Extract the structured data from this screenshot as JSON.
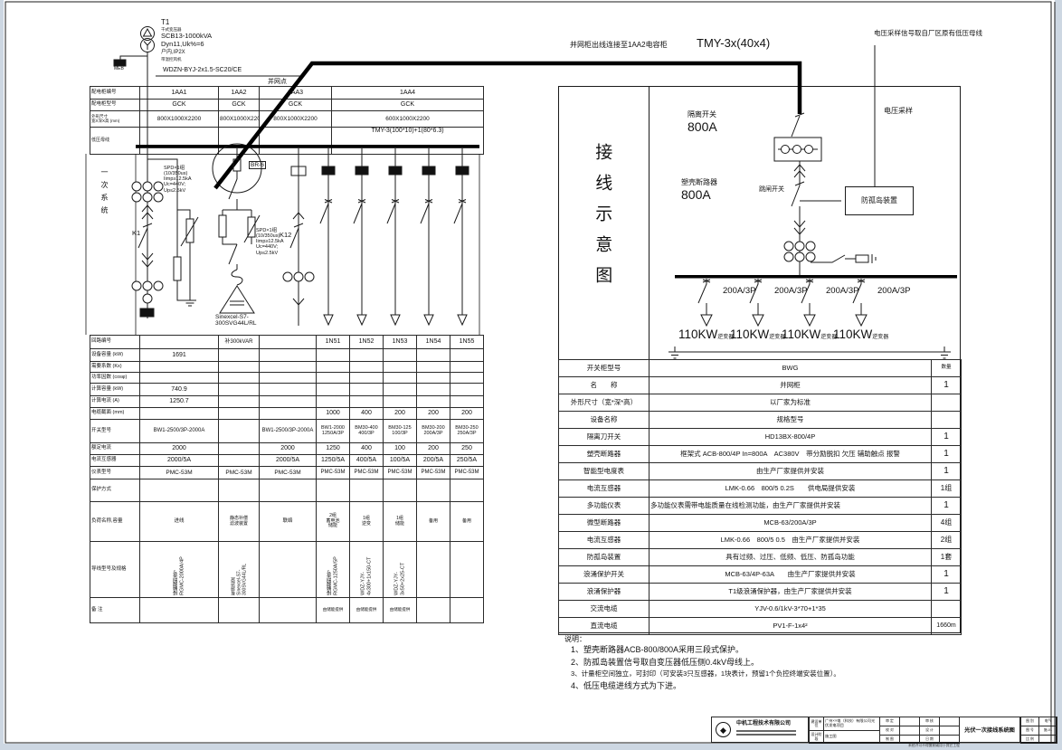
{
  "left": {
    "transformer": {
      "tag": "T1",
      "kind": "干式变压器",
      "model": "SCB13-1000kVA",
      "vector": "Dyn11,Uk%=6",
      "protection": "户内,IP2X",
      "fan": "带温控风机",
      "meb": "MEB"
    },
    "cable": "WDZN-BYJ-2x1.5-SC20/CE",
    "grid_point": "并网点",
    "vertical_label": "一次系统",
    "schematic": {
      "k1": "K1",
      "k12": "K12",
      "br": "BR-6",
      "spd": "SPD×1组\n(10/350us)\nIimp≥12.5kA\nUc=440V;\nUp≤2.5kV",
      "svg_device": "Sinexcel-S7-\n300SVG44L/RL"
    },
    "top_table": {
      "rows": [
        {
          "h": 14,
          "c": [
            {
              "t": "配电柜编号",
              "fs": 5.5,
              "al": "left"
            },
            "1AA1",
            "1AA2",
            "1AA3",
            "1AA4"
          ]
        },
        {
          "h": 13,
          "c": [
            {
              "t": "配电柜型号",
              "fs": 5.5,
              "al": "left"
            },
            "GCK",
            "GCK",
            "GCK",
            "GCK"
          ]
        },
        {
          "h": 18,
          "c": [
            {
              "t": "外形尺寸\n宽X深X高 (mm)",
              "fs": 4.5,
              "al": "left"
            },
            {
              "t": "800X1000X2200",
              "fs": 6.5
            },
            {
              "t": "800X1000X2200",
              "fs": 6.5
            },
            {
              "t": "800X1000X2200",
              "fs": 6.5
            },
            {
              "t": "600X1000X2200",
              "fs": 6.5
            }
          ]
        },
        {
          "h": 30,
          "c": [
            {
              "t": "低压母线",
              "fs": 5,
              "al": "left"
            },
            "",
            "",
            "",
            {
              "t": "TMY-3(100*10)+1(80*6.3)",
              "fs": 7,
              "va": "top"
            }
          ]
        }
      ]
    },
    "param_table": {
      "rows": [
        {
          "h": 15,
          "c": [
            {
              "t": "回路编号",
              "fs": 5.5,
              "al": "left"
            },
            "",
            {
              "t": "补300kVAR",
              "fs": 6
            },
            "",
            "1N51",
            "1N52",
            "1N53",
            "1N54",
            "1N55"
          ]
        },
        {
          "h": 14,
          "c": [
            {
              "t": "设备容量 (kW)",
              "fs": 5.5,
              "al": "left"
            },
            "1691",
            "",
            "",
            "",
            "",
            "",
            "",
            ""
          ]
        },
        {
          "h": 12,
          "c": [
            {
              "t": "需要系数 (Kx)",
              "fs": 5.5,
              "al": "left"
            },
            "",
            "",
            "",
            "",
            "",
            "",
            "",
            ""
          ]
        },
        {
          "h": 12,
          "c": [
            {
              "t": "功率因数 (cosφ)",
              "fs": 5.5,
              "al": "left"
            },
            "",
            "",
            "",
            "",
            "",
            "",
            "",
            ""
          ]
        },
        {
          "h": 14,
          "c": [
            {
              "t": "计算容量 (kW)",
              "fs": 5.5,
              "al": "left"
            },
            "740.9",
            "",
            "",
            "",
            "",
            "",
            "",
            ""
          ]
        },
        {
          "h": 13,
          "c": [
            {
              "t": "计算电流 (A)",
              "fs": 5.5,
              "al": "left"
            },
            "1250.7",
            "",
            "",
            "",
            "",
            "",
            "",
            ""
          ]
        },
        {
          "h": 13,
          "c": [
            {
              "t": "电缆截面 (mm)",
              "fs": 5.5,
              "al": "left"
            },
            "",
            "",
            "",
            "1000",
            "400",
            "200",
            "200",
            "200"
          ]
        },
        {
          "h": 26,
          "c": [
            {
              "t": "开关型号",
              "fs": 5.5,
              "al": "left"
            },
            {
              "t": "BW1-2500/3P-2000A",
              "fs": 6
            },
            "",
            {
              "t": "BW1-2500/3P-2000A",
              "fs": 6
            },
            {
              "t": "BW1-2000\n1250A/3P",
              "fs": 5.5
            },
            {
              "t": "BM30-400\n400/3P",
              "fs": 5.5
            },
            {
              "t": "BM30-125\n100/3P",
              "fs": 5.5
            },
            {
              "t": "BM30-200\n200A/3P",
              "fs": 5.5
            },
            {
              "t": "BM30-250\n250A/3P",
              "fs": 5.5
            }
          ]
        },
        {
          "h": 13,
          "c": [
            {
              "t": "额定电流",
              "fs": 5.5,
              "al": "left"
            },
            "2000",
            "",
            "2000",
            "1250",
            "400",
            "100",
            "200",
            "250"
          ]
        },
        {
          "h": 13,
          "c": [
            {
              "t": "电流互感器",
              "fs": 5.5,
              "al": "left"
            },
            "2000/5A",
            "",
            "2000/5A",
            "1250/5A",
            "400/5A",
            "100/5A",
            "200/5A",
            "250/5A"
          ]
        },
        {
          "h": 14,
          "c": [
            {
              "t": "仪表型号",
              "fs": 5.5,
              "al": "left"
            },
            {
              "t": "PMC-53M",
              "fs": 6.5
            },
            {
              "t": "PMC-53M",
              "fs": 6.5
            },
            {
              "t": "PMC-53M",
              "fs": 6.5
            },
            {
              "t": "PMC-53M",
              "fs": 6
            },
            {
              "t": "PMC-53M",
              "fs": 6
            },
            {
              "t": "PMC-53M",
              "fs": 6
            },
            {
              "t": "PMC-53M",
              "fs": 6
            },
            {
              "t": "PMC-53M",
              "fs": 6
            }
          ]
        },
        {
          "h": 25,
          "c": [
            {
              "t": "保护方式",
              "fs": 5.5,
              "al": "left"
            },
            "",
            "",
            "",
            "",
            "",
            "",
            "",
            ""
          ]
        },
        {
          "h": 44,
          "c": [
            {
              "t": "负荷名称,容量",
              "fs": 5.5,
              "al": "left"
            },
            {
              "t": "进线",
              "fs": 5.5
            },
            {
              "t": "静态补偿\n滤波装置",
              "fs": 5
            },
            {
              "t": "联络",
              "fs": 5.5
            },
            {
              "t": "2组\n蓄电池\n储能",
              "fs": 5
            },
            {
              "t": "1组\n逆变",
              "fs": 5
            },
            {
              "t": "1组\n储能",
              "fs": 5
            },
            {
              "t": "备用",
              "fs": 5
            },
            {
              "t": "备用",
              "fs": 5
            }
          ]
        },
        {
          "h": 62,
          "c": [
            {
              "t": "导线型号及规格",
              "fs": 5.5,
              "al": "left"
            },
            {
              "t": "接触器型号\nRGMC-2000A/4P",
              "fs": 5.5,
              "v": true
            },
            {
              "t": "有源滤波\nSinexcel-S7-\n300SVG44L/RL",
              "fs": 5,
              "v": true
            },
            "",
            {
              "t": "接触器型号\nRGMC-1250A/5P",
              "fs": 5.5,
              "v": true
            },
            {
              "t": "WDZ-YJY-\n4x300+1x150-CT",
              "fs": 5.5,
              "v": true
            },
            {
              "t": "WDZ-YJY-\n3x50+2x25-CT",
              "fs": 5.5,
              "v": true
            },
            "",
            ""
          ]
        },
        {
          "h": 28,
          "c": [
            {
              "t": "备  注",
              "fs": 5.5,
              "al": "left"
            },
            "",
            "",
            "",
            {
              "t": "由储能提供",
              "fs": 4.5
            },
            {
              "t": "由储能提供",
              "fs": 4.5
            },
            {
              "t": "由储能提供",
              "fs": 4.5
            },
            "",
            ""
          ]
        }
      ]
    }
  },
  "link": {
    "left_label": "并网柜出线连接至1AA2电容柜",
    "bus_label": "TMY-3x(40x4)"
  },
  "right": {
    "vertical_title": "接线示意图",
    "sampling_note": "电压采样信号取自厂区原有低压母线",
    "isolator": "隔离开关",
    "isolator_rating": "800A",
    "breaker": "塑壳断路器",
    "breaker_rating": "800A",
    "trip_switch": "跳闸开关",
    "anti_island": "防孤岛装置",
    "sampling": "电压采样",
    "feeders": {
      "breaker": "200A/3P",
      "inverter_power": "110KW",
      "inverter": "逆变器"
    },
    "spec_table": {
      "rows": [
        {
          "h": 19,
          "c": [
            "开关柜型号",
            "BWG",
            {
              "t": "数量",
              "fs": 5.5
            }
          ]
        },
        {
          "h": 19,
          "c": [
            "名　　称",
            "并网柜",
            {
              "t": "1",
              "fs": 10
            }
          ]
        },
        {
          "h": 19,
          "c": [
            "外形尺寸（宽*深*高）",
            "以厂家为标准",
            ""
          ]
        },
        {
          "h": 19,
          "c": [
            "设备名称",
            "规格型号",
            ""
          ]
        },
        {
          "h": 19,
          "c": [
            "隔离刀开关",
            "HD13BX-800/4P",
            {
              "t": "1",
              "fs": 10
            }
          ]
        },
        {
          "h": 19,
          "c": [
            "塑壳断路器",
            "框架式 ACB-800/4P In=800A　AC380V　带分励脱扣 欠压 辅助触点 报警",
            {
              "t": "1",
              "fs": 10
            }
          ]
        },
        {
          "h": 19,
          "c": [
            "智能型电度表",
            "由生产厂家提供并安装",
            {
              "t": "1",
              "fs": 10
            }
          ]
        },
        {
          "h": 19,
          "c": [
            "电流互感器",
            "LMK-0.66　800/5 0.2S　　供电局提供安装",
            {
              "t": "1组",
              "fs": 8
            }
          ]
        },
        {
          "h": 19,
          "c": [
            "多功能仪表",
            {
              "t": "多功能仪表需带电能质量在线检测功能，由生产厂家提供并安装",
              "al": "left"
            },
            {
              "t": "1",
              "fs": 10
            }
          ]
        },
        {
          "h": 19,
          "c": [
            "微型断路器",
            "MCB-63/200A/3P",
            {
              "t": "4组",
              "fs": 8
            }
          ]
        },
        {
          "h": 19,
          "c": [
            "电流互感器",
            "LMK-0.66　800/5 0.5　由生产厂家提供并安装",
            {
              "t": "2组",
              "fs": 8
            }
          ]
        },
        {
          "h": 19,
          "c": [
            "防孤岛装置",
            "具有过频、过压、低频、低压、防孤岛功能",
            {
              "t": "1套",
              "fs": 8
            }
          ]
        },
        {
          "h": 19,
          "c": [
            "浪涌保护开关",
            "MCB-63/4P-63A　　由生产厂家提供并安装",
            {
              "t": "1",
              "fs": 10
            }
          ]
        },
        {
          "h": 19,
          "c": [
            "浪涌保护器",
            "T1级浪涌保护器，由生产厂家提供并安装",
            {
              "t": "1",
              "fs": 10
            }
          ]
        },
        {
          "h": 19,
          "c": [
            "交流电缆",
            "YJV-0.6/1kV-3*70+1*35",
            ""
          ]
        },
        {
          "h": 19,
          "c": [
            "直流电缆",
            "PV1-F-1x4²",
            {
              "t": "1660m",
              "fs": 7
            }
          ]
        }
      ]
    },
    "notes": {
      "title": "说明：",
      "items": [
        "1、塑壳断路器ACB-800/800A采用三段式保护。",
        "2、防孤岛装置信号取自变压器低压侧0.4kV母线上。",
        "3、计量柜空间独立，可封印（可安装3只互感器，1块表计，预留1个负控终端安装位置）。",
        "4、低压电缆进线方式为下进。"
      ]
    }
  },
  "title_block": {
    "company": "中机工程技术有限公司",
    "b_table": {
      "rows": [
        {
          "h": 15,
          "c": [
            {
              "t": "建设单位",
              "fs": 4
            },
            {
              "t": "广州××电（科技）有限公司光伏发电项目",
              "fs": 4.2,
              "al": "left"
            }
          ]
        },
        {
          "h": 14,
          "c": [
            {
              "t": "设计阶段",
              "fs": 4
            },
            {
              "t": "施工图",
              "fs": 4.2,
              "al": "left"
            }
          ]
        }
      ]
    },
    "c_table": {
      "rows": [
        {
          "h": 10,
          "c": [
            {
              "t": "审 定",
              "fs": 3.8
            },
            {
              "t": "",
              "fs": 3.8
            },
            {
              "t": "审 核",
              "fs": 3.8
            },
            {
              "t": "",
              "fs": 3.8
            }
          ]
        },
        {
          "h": 10,
          "c": [
            {
              "t": "校 对",
              "fs": 3.8
            },
            {
              "t": "",
              "fs": 3.8
            },
            {
              "t": "设 计",
              "fs": 3.8
            },
            {
              "t": "",
              "fs": 3.8
            }
          ]
        },
        {
          "h": 9,
          "c": [
            {
              "t": "制 图",
              "fs": 3.8
            },
            {
              "t": "",
              "fs": 3.8
            },
            {
              "t": "日 期",
              "fs": 3.8
            },
            {
              "t": "",
              "fs": 3.8
            }
          ]
        }
      ]
    },
    "drawing_title": "光伏一次接线系统图",
    "e_table": {
      "rows": [
        {
          "h": 10,
          "c": [
            {
              "t": "图 别",
              "fs": 3.8
            },
            {
              "t": "电气",
              "fs": 3.8
            }
          ]
        },
        {
          "h": 10,
          "c": [
            {
              "t": "图 号",
              "fs": 3.8
            },
            {
              "t": "施-01",
              "fs": 3.8
            }
          ]
        },
        {
          "h": 9,
          "c": [
            {
              "t": "比 例",
              "fs": 3.8
            },
            {
              "t": "",
              "fs": 3.8
            }
          ]
        }
      ]
    },
    "footnote": "未经许可不得复制或用于其它工程"
  }
}
